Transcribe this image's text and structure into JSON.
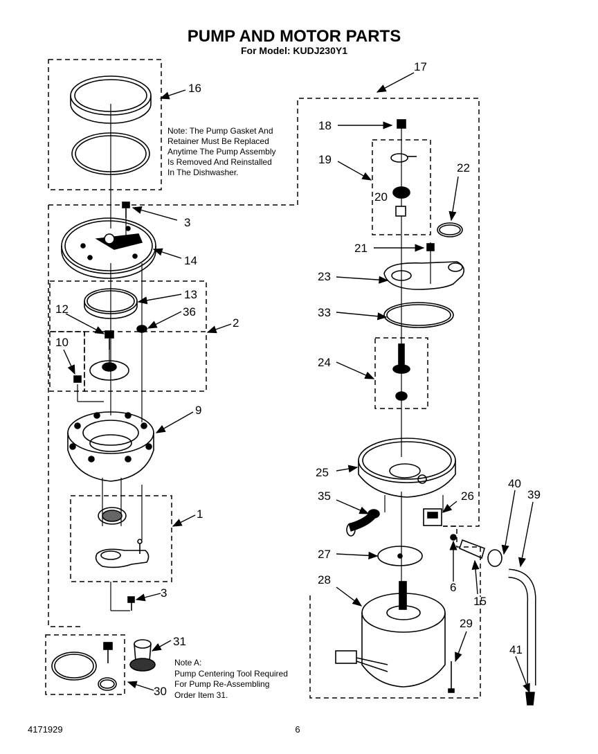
{
  "header": {
    "title": "PUMP AND MOTOR PARTS",
    "subtitle": "For Model: KUDJ230Y1"
  },
  "notes": {
    "gasket": [
      "Note: The Pump Gasket    And",
      "Retainer Must Be Replaced",
      "Anytime The Pump Assembly",
      "Is  Removed And Reinstalled",
      "In The Dishwasher."
    ],
    "note_a": [
      "Note A:",
      "Pump Centering Tool Required",
      "For Pump Re-Assembling",
      "Order Item 31."
    ]
  },
  "callouts": {
    "c1": "1",
    "c2": "2",
    "c3a": "3",
    "c3b": "3",
    "c6": "6",
    "c9": "9",
    "c10": "10",
    "c12": "12",
    "c13": "13",
    "c14": "14",
    "c15": "15",
    "c16": "16",
    "c17": "17",
    "c18": "18",
    "c19": "19",
    "c20": "20",
    "c21": "21",
    "c22": "22",
    "c23": "23",
    "c24": "24",
    "c25": "25",
    "c26": "26",
    "c27": "27",
    "c28": "28",
    "c29": "29",
    "c30": "30",
    "c31": "31",
    "c33": "33",
    "c35": "35",
    "c36": "36",
    "c39": "39",
    "c40": "40",
    "c41": "41"
  },
  "footer": {
    "doc_number": "4171929",
    "page_number": "6"
  }
}
